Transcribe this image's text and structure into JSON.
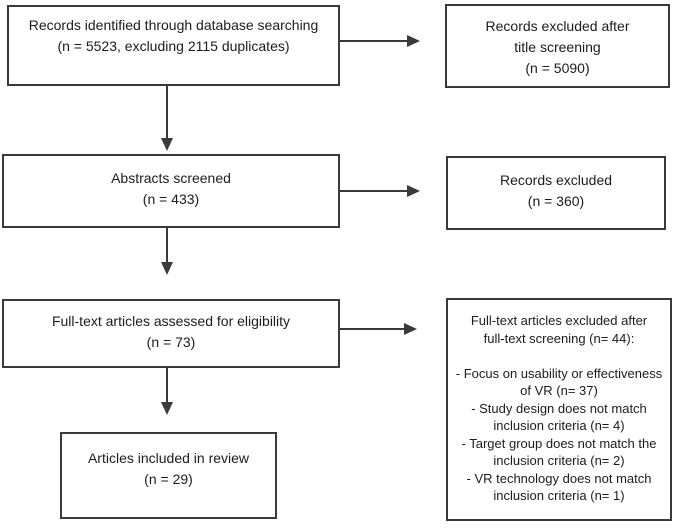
{
  "diagram": {
    "type": "prisma-flow",
    "colors": {
      "border": "#3a3a3a",
      "text": "#1c1c1c",
      "background": "#ffffff"
    },
    "boxes": {
      "records_identified": {
        "lines": [
          "Records identified through database searching",
          "(n = 5523, excluding 2115 duplicates)"
        ]
      },
      "title_excluded": {
        "lines": [
          "Records excluded after",
          "title screening",
          "(n = 5090)"
        ]
      },
      "abstracts_screened": {
        "lines": [
          "Abstracts screened",
          "(n = 433)"
        ]
      },
      "records_excluded": {
        "lines": [
          "Records excluded",
          "(n = 360)"
        ]
      },
      "fulltext_assessed": {
        "lines": [
          "Full-text articles assessed for eligibility",
          "(n = 73)"
        ]
      },
      "fulltext_excluded": {
        "lines": [
          "Full-text articles excluded after",
          "full-text screening (n= 44):",
          "",
          "- Focus on usability or effectiveness",
          "of VR (n= 37)",
          "- Study design does not match",
          "inclusion criteria (n= 4)",
          "- Target group does not match the",
          "inclusion criteria (n= 2)",
          "- VR technology does not match",
          "inclusion criteria (n= 1)"
        ]
      },
      "articles_included": {
        "lines": [
          "Articles included in review",
          "(n = 29)"
        ]
      }
    }
  }
}
